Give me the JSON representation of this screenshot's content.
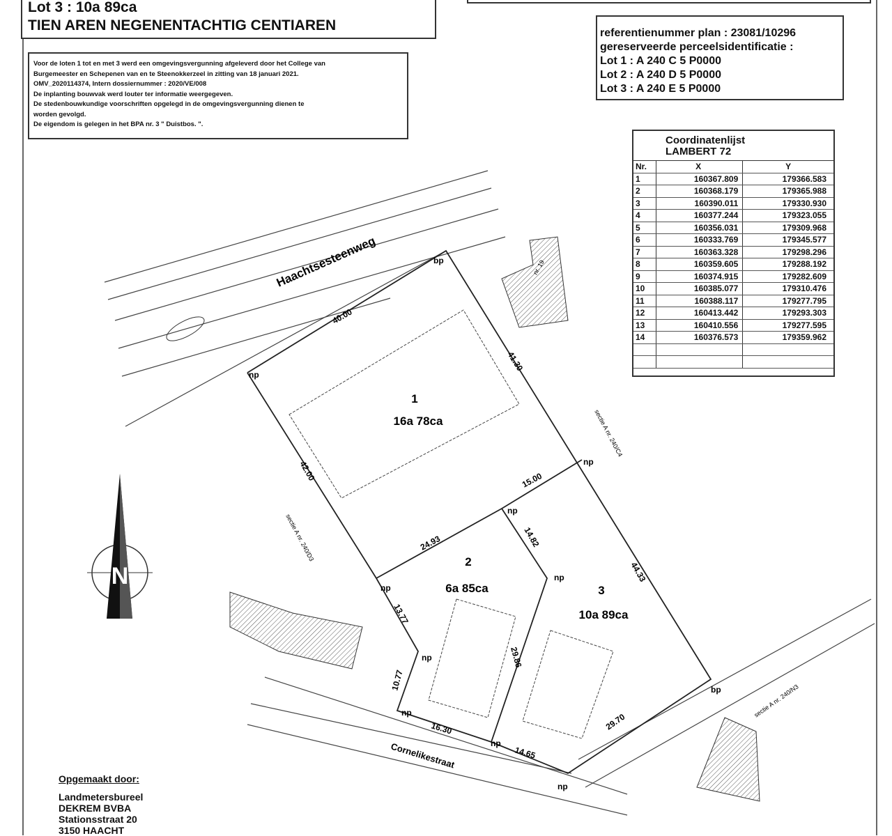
{
  "lot_header": {
    "line1": "Lot 3 : 10a 89ca",
    "line2": "TIEN AREN NEGENENTACHTIG CENTIAREN"
  },
  "notice": [
    "Voor de loten 1 tot en met 3 werd een omgevingsvergunning afgeleverd door het College van",
    "Burgemeester en Schepenen van en te Steenokkerzeel in zitting  van 18 januari 2021.",
    "OMV_2020114374,  Intern dossiernummer : 2020/VE/008",
    "De inplanting bouwvak werd louter ter informatie weergegeven.",
    "De stedenbouwkundige voorschriften opgelegd in de omgevingsvergunning dienen te",
    "worden gevolgd.",
    "De eigendom is gelegen in het BPA nr. 3 \" Duistbos. \"."
  ],
  "reference": {
    "plan": "referentienummer plan : 23081/10296",
    "reserved": "gereserveerde perceelsidentificatie :",
    "lots": [
      "Lot 1 : A 240 C 5 P0000",
      "Lot 2 : A 240 D 5 P0000",
      "Lot 3 : A 240 E 5 P0000"
    ]
  },
  "coordinates": {
    "title1": "Coordinatenlijst",
    "title2": "LAMBERT 72",
    "headers": [
      "Nr.",
      "X",
      "Y"
    ],
    "rows": [
      [
        "1",
        "160367.809",
        "179366.583"
      ],
      [
        "2",
        "160368.179",
        "179365.988"
      ],
      [
        "3",
        "160390.011",
        "179330.930"
      ],
      [
        "4",
        "160377.244",
        "179323.055"
      ],
      [
        "5",
        "160356.031",
        "179309.968"
      ],
      [
        "6",
        "160333.769",
        "179345.577"
      ],
      [
        "7",
        "160363.328",
        "179298.296"
      ],
      [
        "8",
        "160359.605",
        "179288.192"
      ],
      [
        "9",
        "160374.915",
        "179282.609"
      ],
      [
        "10",
        "160385.077",
        "179310.476"
      ],
      [
        "11",
        "160388.117",
        "179277.795"
      ],
      [
        "12",
        "160413.442",
        "179293.303"
      ],
      [
        "13",
        "160410.556",
        "179277.595"
      ],
      [
        "14",
        "160376.573",
        "179359.962"
      ]
    ]
  },
  "map": {
    "street_north": "Haachtsesteenweg",
    "street_south": "Cornelikestraat",
    "lots": [
      {
        "number": "1",
        "area": "16a 78ca"
      },
      {
        "number": "2",
        "area": "6a 85ca"
      },
      {
        "number": "3",
        "area": "10a 89ca"
      }
    ],
    "dimensions": [
      "40.00",
      "41.30",
      "42.00",
      "15.00",
      "24.93",
      "14.82",
      "44.33",
      "13.77",
      "10.77",
      "16.30",
      "29.86",
      "14.65",
      "29.70"
    ],
    "markers": {
      "np": "np",
      "bp": "bp"
    },
    "neighbours": [
      "sectie A nr. 240/C4",
      "sectie A nr. 240/D3",
      "sectie A nr. 240/N3"
    ],
    "house_number": "nr. 19",
    "north": "N"
  },
  "maker": {
    "heading": "Opgemaakt door:",
    "lines": [
      "Landmetersbureel",
      "DEKREM BVBA",
      "Stationsstraat 20",
      "3150 HAACHT"
    ]
  }
}
